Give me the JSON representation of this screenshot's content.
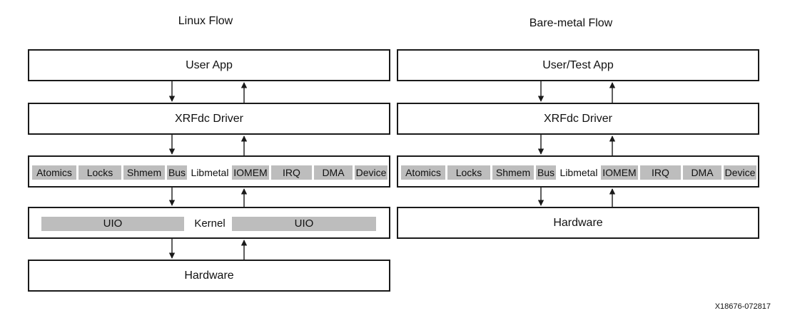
{
  "linux": {
    "title": "Linux Flow",
    "user_app": "User App",
    "driver": "XRFdc Driver",
    "libmetal": {
      "items": [
        "Atomics",
        "Locks",
        "Shmem",
        "Bus",
        "IOMEM",
        "IRQ",
        "DMA",
        "Device"
      ],
      "center": "Libmetal"
    },
    "kernel": {
      "label": "Kernel",
      "uio_left": "UIO",
      "uio_right": "UIO"
    },
    "hardware": "Hardware"
  },
  "baremetal": {
    "title": "Bare-metal Flow",
    "user_app": "User/Test App",
    "driver": "XRFdc Driver",
    "libmetal": {
      "items": [
        "Atomics",
        "Locks",
        "Shmem",
        "Bus",
        "IOMEM",
        "IRQ",
        "DMA",
        "Device"
      ],
      "center": "Libmetal"
    },
    "hardware": "Hardware"
  },
  "figure_id": "X18676-072817"
}
